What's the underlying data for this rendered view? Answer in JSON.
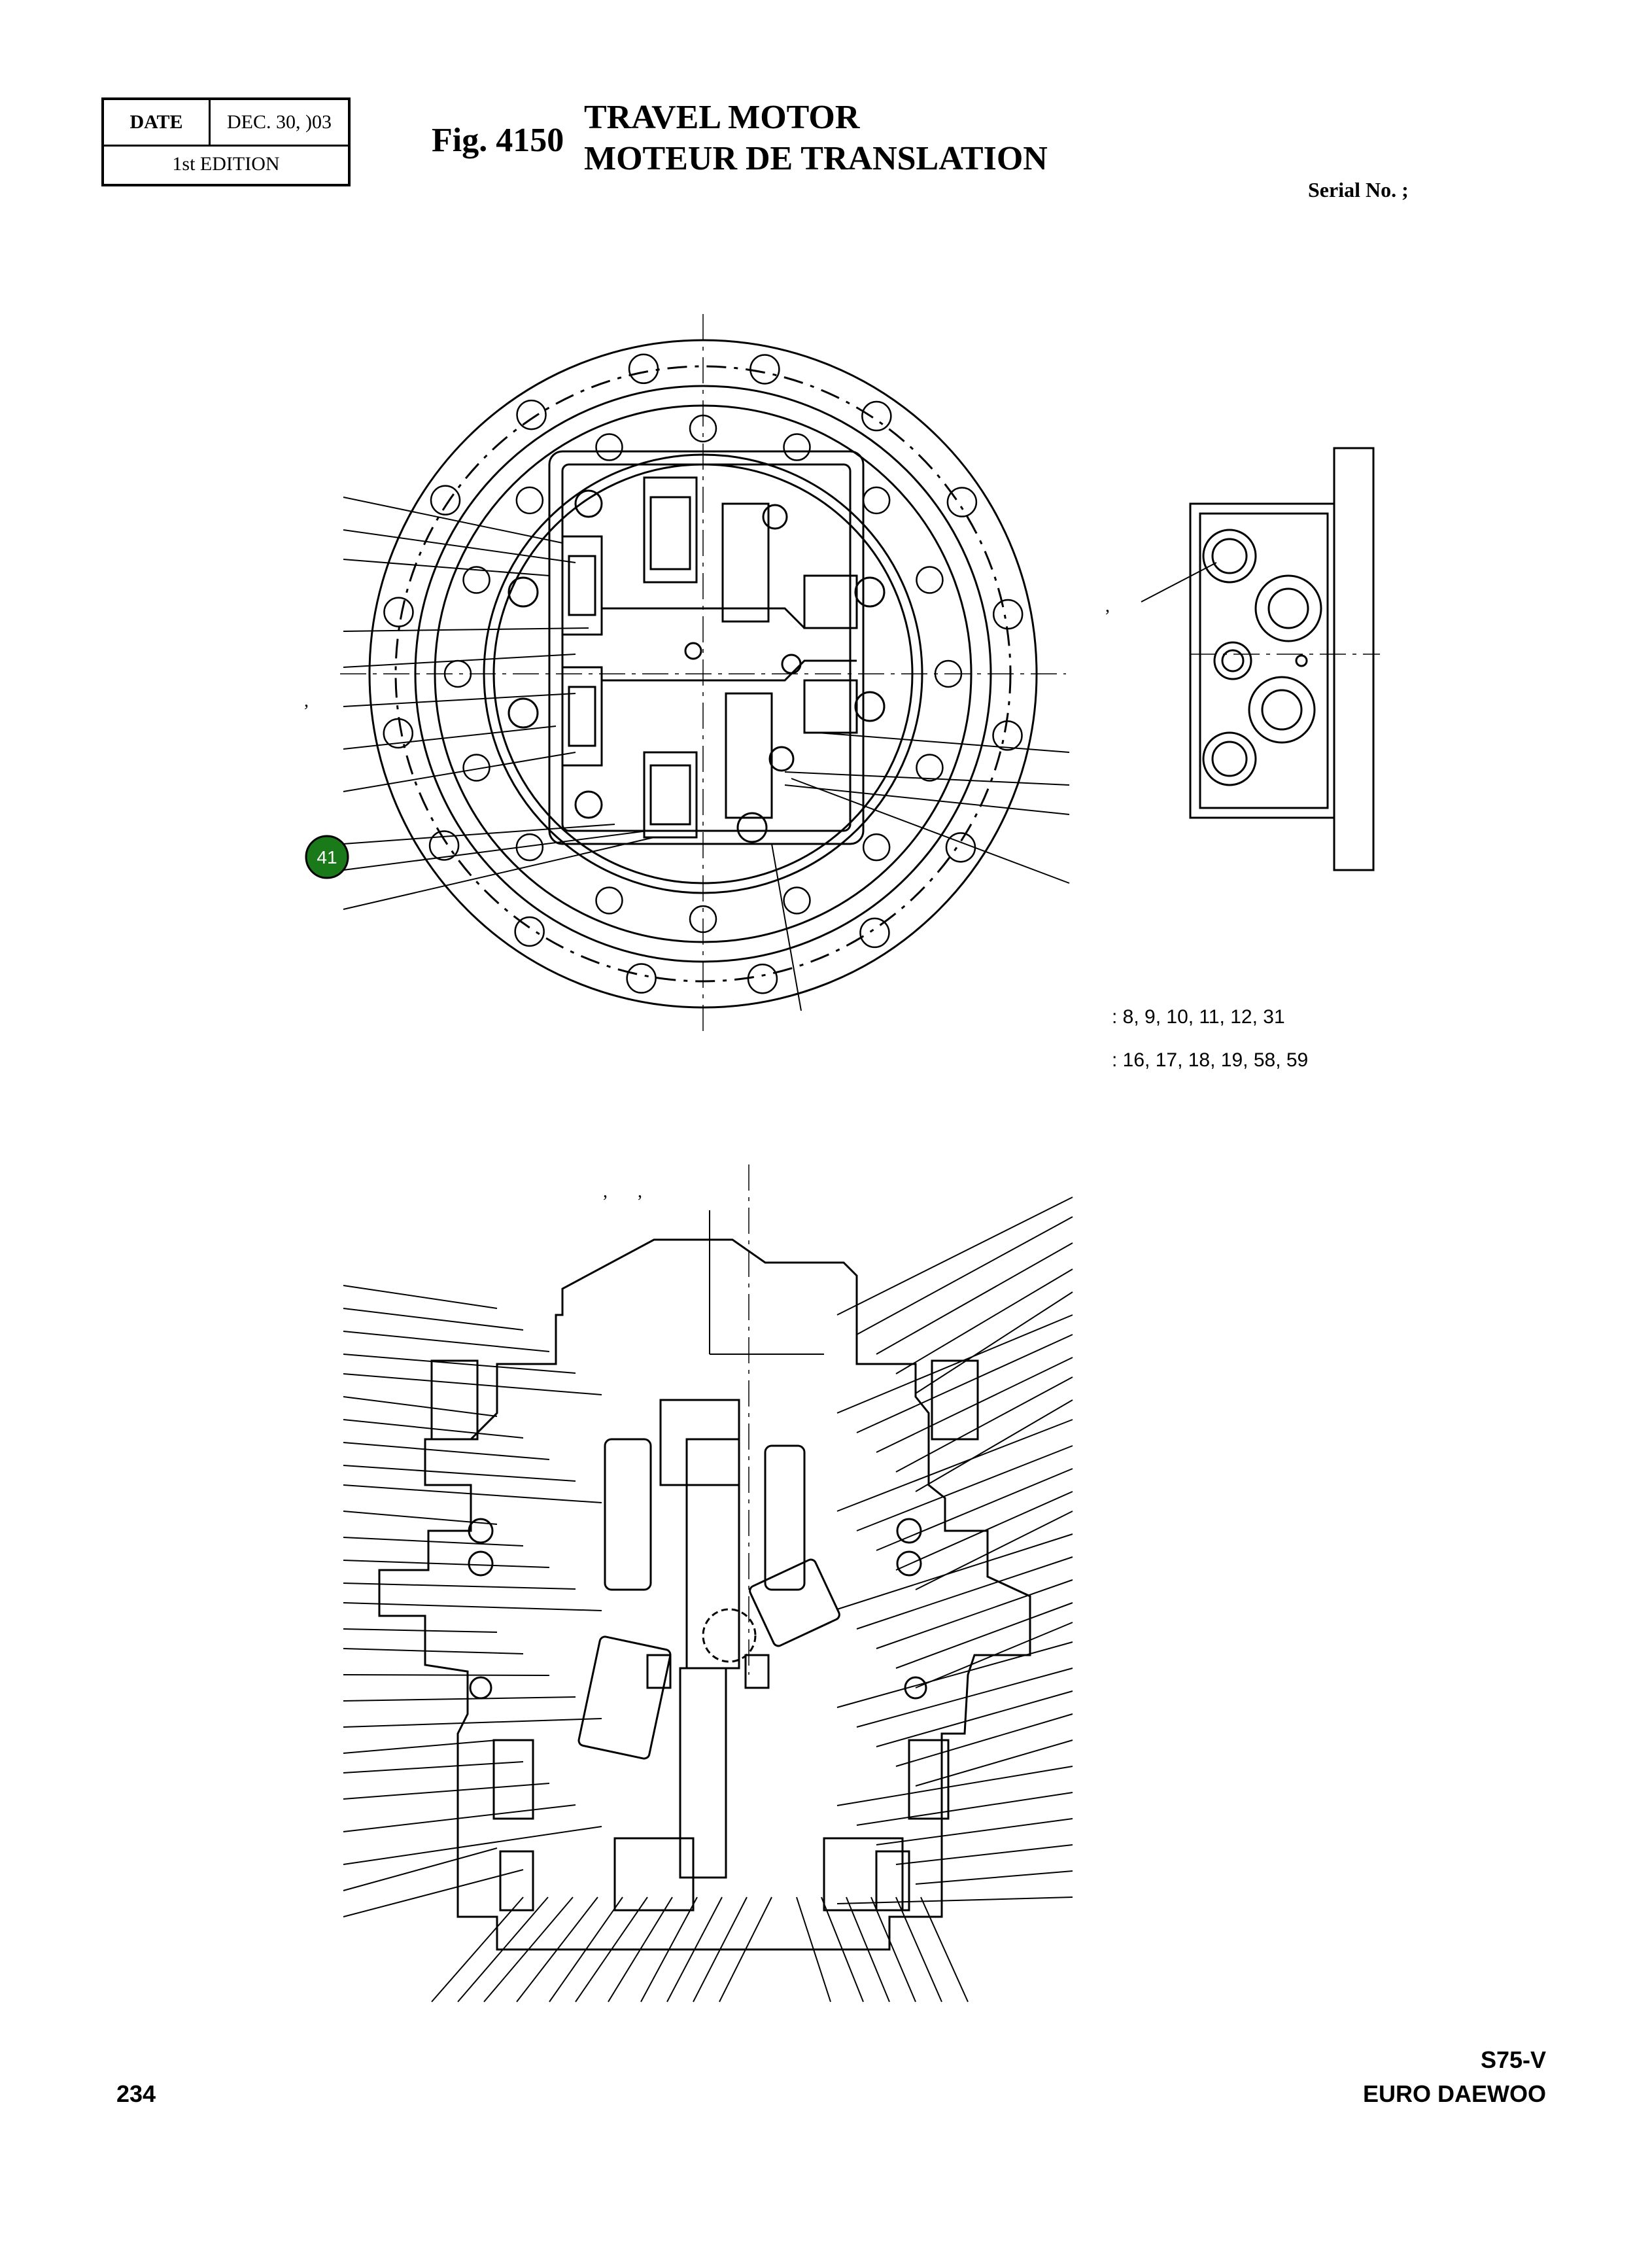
{
  "header": {
    "date_label": "DATE",
    "date_value": "DEC. 30, )03",
    "edition": "1st EDITION",
    "fig_number": "Fig. 4150",
    "title_en": "TRAVEL MOTOR",
    "title_fr": "MOTEUR DE TRANSLATION",
    "serial": "Serial No. ;"
  },
  "notes": {
    "kit_a": ": 8, 9, 10, 11, 12, 31",
    "kit_b": ": 16, 17, 18, 19, 58, 59"
  },
  "callout": {
    "label": "41",
    "color": "#1a7a1a"
  },
  "footer": {
    "page_number": "234",
    "model": "S75-V",
    "brand": "EURO DAEWOO"
  }
}
